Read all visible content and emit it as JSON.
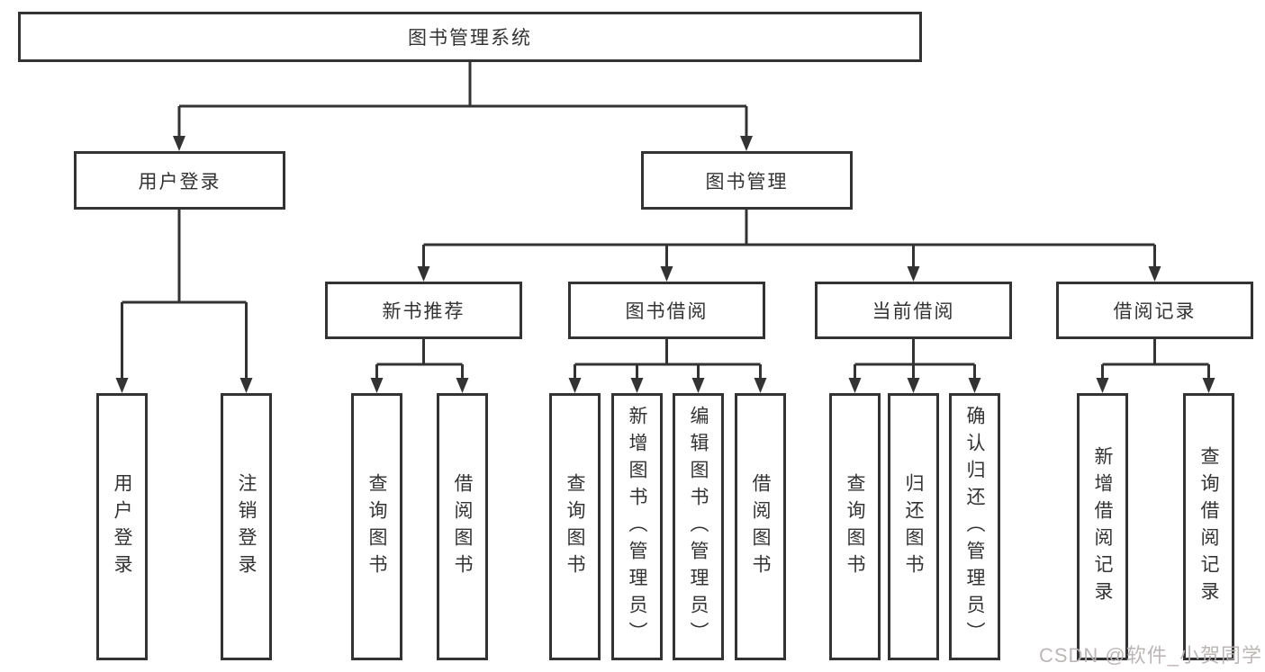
{
  "diagram_type": "hierarchy-tree",
  "tree": {
    "label": "图书管理系统",
    "children": [
      {
        "label": "用户登录",
        "children": [
          {
            "label": "用户登录"
          },
          {
            "label": "注销登录"
          }
        ]
      },
      {
        "label": "图书管理",
        "children": [
          {
            "label": "新书推荐",
            "children": [
              {
                "label": "查询图书"
              },
              {
                "label": "借阅图书"
              }
            ]
          },
          {
            "label": "图书借阅",
            "children": [
              {
                "label": "查询图书"
              },
              {
                "label": "新增图书（管理员）"
              },
              {
                "label": "编辑图书（管理员）"
              },
              {
                "label": "借阅图书"
              }
            ]
          },
          {
            "label": "当前借阅",
            "children": [
              {
                "label": "查询图书"
              },
              {
                "label": "归还图书"
              },
              {
                "label": "确认归还（管理员）"
              }
            ]
          },
          {
            "label": "借阅记录",
            "children": [
              {
                "label": "新增借阅记录"
              },
              {
                "label": "查询借阅记录"
              }
            ]
          }
        ]
      }
    ]
  },
  "watermark": {
    "text": "CSDN @软件_小贺同学",
    "color": "#b9b2b2"
  },
  "colors": {
    "line": "#333333",
    "border": "#333333",
    "text": "#333333",
    "background": "#ffffff"
  }
}
